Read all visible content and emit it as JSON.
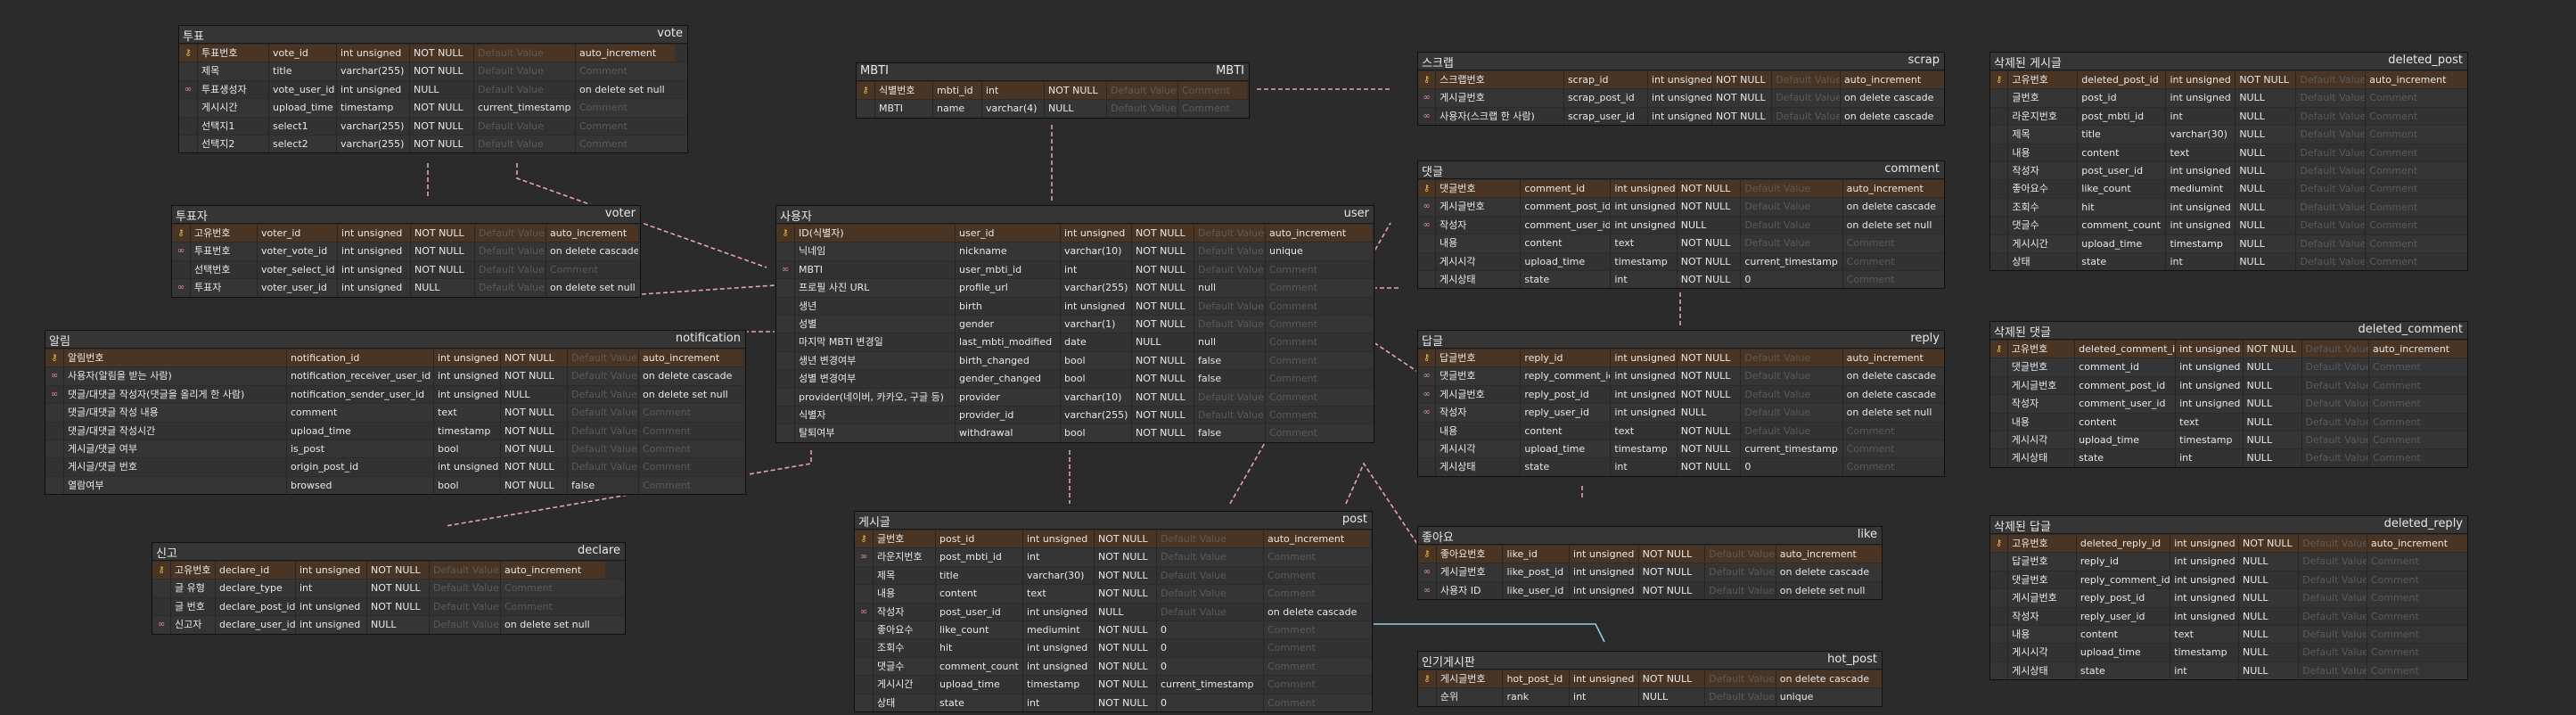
{
  "colors": {
    "background": "#2b2b2b",
    "pk_row": "#4a3524",
    "key_icon": "#e8b84a",
    "relation_line": "#e8a0b4",
    "relation_line_alt": "#8fd0d8"
  },
  "placeholders": {
    "default_value": "Default Value",
    "comment": "Comment"
  },
  "tables": [
    {
      "id": "vote",
      "name": "투표",
      "ename": "vote",
      "cols": [
        [
          "pk",
          "투표번호",
          "vote_id",
          "int unsigned",
          "NOT NULL",
          "",
          "auto_increment"
        ],
        [
          "",
          "제목",
          "title",
          "varchar(255)",
          "NOT NULL",
          "",
          ""
        ],
        [
          "fk",
          "투표생성자",
          "vote_user_id",
          "int unsigned",
          "NULL",
          "",
          "on delete set null"
        ],
        [
          "",
          "게시시간",
          "upload_time",
          "timestamp",
          "NOT NULL",
          "current_timestamp",
          ""
        ],
        [
          "",
          "선택지1",
          "select1",
          "varchar(255)",
          "NOT NULL",
          "",
          ""
        ],
        [
          "",
          "선택지2",
          "select2",
          "varchar(255)",
          "NOT NULL",
          "",
          ""
        ]
      ]
    },
    {
      "id": "voter",
      "name": "투표자",
      "ename": "voter",
      "cols": [
        [
          "pk",
          "고유번호",
          "voter_id",
          "int unsigned",
          "NOT NULL",
          "",
          "auto_increment"
        ],
        [
          "fk",
          "투표번호",
          "voter_vote_id",
          "int unsigned",
          "NOT NULL",
          "",
          "on delete cascade"
        ],
        [
          "",
          "선택번호",
          "voter_select_id",
          "int unsigned",
          "NOT NULL",
          "",
          ""
        ],
        [
          "fk",
          "투표자",
          "voter_user_id",
          "int unsigned",
          "NULL",
          "",
          "on delete set null"
        ]
      ]
    },
    {
      "id": "notification",
      "name": "알림",
      "ename": "notification",
      "cols": [
        [
          "pk",
          "알림번호",
          "notification_id",
          "int unsigned",
          "NOT NULL",
          "",
          "auto_increment"
        ],
        [
          "fk",
          "사용자(알림을 받는 사람)",
          "notification_receiver_user_id",
          "int unsigned",
          "NOT NULL",
          "",
          "on delete cascade"
        ],
        [
          "fk",
          "댓글/대댓글 작성자(댓글을 올리게 한 사람)",
          "notification_sender_user_id",
          "int unsigned",
          "NULL",
          "",
          "on delete set null"
        ],
        [
          "",
          "댓글/대댓글 작성 내용",
          "comment",
          "text",
          "NOT NULL",
          "",
          ""
        ],
        [
          "",
          "댓글/대댓글 작성시간",
          "upload_time",
          "timestamp",
          "NOT NULL",
          "",
          ""
        ],
        [
          "",
          "게시글/댓글 여부",
          "is_post",
          "bool",
          "NOT NULL",
          "",
          ""
        ],
        [
          "",
          "게시글/댓글 번호",
          "origin_post_id",
          "int unsigned",
          "NOT NULL",
          "",
          ""
        ],
        [
          "",
          "열람여부",
          "browsed",
          "bool",
          "NOT NULL",
          "false",
          ""
        ]
      ]
    },
    {
      "id": "declare",
      "name": "신고",
      "ename": "declare",
      "cols": [
        [
          "pk",
          "고유번호",
          "declare_id",
          "int unsigned",
          "NOT NULL",
          "",
          "auto_increment"
        ],
        [
          "",
          "글 유형",
          "declare_type",
          "int",
          "NOT NULL",
          "",
          ""
        ],
        [
          "",
          "글 번호",
          "declare_post_id",
          "int unsigned",
          "NOT NULL",
          "",
          ""
        ],
        [
          "fk",
          "신고자",
          "declare_user_id",
          "int unsigned",
          "NULL",
          "",
          "on delete set null"
        ]
      ]
    },
    {
      "id": "mbti",
      "name": "MBTI",
      "ename": "MBTI",
      "cols": [
        [
          "pk",
          "식별번호",
          "mbti_id",
          "int",
          "NOT NULL",
          "",
          ""
        ],
        [
          "",
          "MBTI",
          "name",
          "varchar(4)",
          "NULL",
          "",
          ""
        ]
      ]
    },
    {
      "id": "user",
      "name": "사용자",
      "ename": "user",
      "cols": [
        [
          "pk",
          "ID(식별자)",
          "user_id",
          "int unsigned",
          "NOT NULL",
          "",
          "auto_increment"
        ],
        [
          "",
          "닉네임",
          "nickname",
          "varchar(10)",
          "NOT NULL",
          "",
          "unique"
        ],
        [
          "fk",
          "MBTI",
          "user_mbti_id",
          "int",
          "NOT NULL",
          "",
          ""
        ],
        [
          "",
          "프로필 사진 URL",
          "profile_url",
          "varchar(255)",
          "NOT NULL",
          "null",
          ""
        ],
        [
          "",
          "생년",
          "birth",
          "int unsigned",
          "NOT NULL",
          "",
          ""
        ],
        [
          "",
          "성별",
          "gender",
          "varchar(1)",
          "NOT NULL",
          "",
          ""
        ],
        [
          "",
          "마지막 MBTI 변경일",
          "last_mbti_modified",
          "date",
          "NULL",
          "null",
          ""
        ],
        [
          "",
          "생년 변경여부",
          "birth_changed",
          "bool",
          "NOT NULL",
          "false",
          ""
        ],
        [
          "",
          "성별 변경여부",
          "gender_changed",
          "bool",
          "NOT NULL",
          "false",
          ""
        ],
        [
          "",
          "provider(네이버, 카카오, 구글 등)",
          "provider",
          "varchar(10)",
          "NOT NULL",
          "",
          ""
        ],
        [
          "",
          "식별자",
          "provider_id",
          "varchar(255)",
          "NOT NULL",
          "",
          ""
        ],
        [
          "",
          "탈퇴여부",
          "withdrawal",
          "bool",
          "NOT NULL",
          "false",
          ""
        ]
      ]
    },
    {
      "id": "post",
      "name": "게시글",
      "ename": "post",
      "cols": [
        [
          "pk",
          "글번호",
          "post_id",
          "int unsigned",
          "NOT NULL",
          "",
          "auto_increment"
        ],
        [
          "fk",
          "라운지번호",
          "post_mbti_id",
          "int",
          "NOT NULL",
          "",
          ""
        ],
        [
          "",
          "제목",
          "title",
          "varchar(30)",
          "NOT NULL",
          "",
          ""
        ],
        [
          "",
          "내용",
          "content",
          "text",
          "NOT NULL",
          "",
          ""
        ],
        [
          "fk",
          "작성자",
          "post_user_id",
          "int unsigned",
          "NULL",
          "",
          "on delete cascade"
        ],
        [
          "",
          "좋아요수",
          "like_count",
          "mediumint",
          "NOT NULL",
          "0",
          ""
        ],
        [
          "",
          "조회수",
          "hit",
          "int unsigned",
          "NOT NULL",
          "0",
          ""
        ],
        [
          "",
          "댓글수",
          "comment_count",
          "int unsigned",
          "NOT NULL",
          "0",
          ""
        ],
        [
          "",
          "게시시간",
          "upload_time",
          "timestamp",
          "NOT NULL",
          "current_timestamp",
          ""
        ],
        [
          "",
          "상태",
          "state",
          "int",
          "NOT NULL",
          "0",
          ""
        ]
      ]
    },
    {
      "id": "scrap",
      "name": "스크랩",
      "ename": "scrap",
      "cols": [
        [
          "pk",
          "스크랩번호",
          "scrap_id",
          "int unsigned",
          "NOT NULL",
          "",
          "auto_increment"
        ],
        [
          "fk",
          "게시글번호",
          "scrap_post_id",
          "int unsigned",
          "NOT NULL",
          "",
          "on delete cascade"
        ],
        [
          "fk",
          "사용자(스크랩 한 사람)",
          "scrap_user_id",
          "int unsigned",
          "NOT NULL",
          "",
          "on delete cascade"
        ]
      ]
    },
    {
      "id": "comment",
      "name": "댓글",
      "ename": "comment",
      "cols": [
        [
          "pk",
          "댓글번호",
          "comment_id",
          "int unsigned",
          "NOT NULL",
          "",
          "auto_increment"
        ],
        [
          "fk",
          "게시글번호",
          "comment_post_id",
          "int unsigned",
          "NOT NULL",
          "",
          "on delete cascade"
        ],
        [
          "fk",
          "작성자",
          "comment_user_id",
          "int unsigned",
          "NULL",
          "",
          "on delete set null"
        ],
        [
          "",
          "내용",
          "content",
          "text",
          "NOT NULL",
          "",
          ""
        ],
        [
          "",
          "게시시각",
          "upload_time",
          "timestamp",
          "NOT NULL",
          "current_timestamp",
          ""
        ],
        [
          "",
          "게시상태",
          "state",
          "int",
          "NOT NULL",
          "0",
          ""
        ]
      ]
    },
    {
      "id": "reply",
      "name": "답글",
      "ename": "reply",
      "cols": [
        [
          "pk",
          "답글번호",
          "reply_id",
          "int unsigned",
          "NOT NULL",
          "",
          "auto_increment"
        ],
        [
          "fk",
          "댓글번호",
          "reply_comment_id",
          "int unsigned",
          "NOT NULL",
          "",
          "on delete cascade"
        ],
        [
          "fk",
          "게시글번호",
          "reply_post_id",
          "int unsigned",
          "NOT NULL",
          "",
          "on delete cascade"
        ],
        [
          "fk",
          "작성자",
          "reply_user_id",
          "int unsigned",
          "NULL",
          "",
          "on delete set null"
        ],
        [
          "",
          "내용",
          "content",
          "text",
          "NOT NULL",
          "",
          ""
        ],
        [
          "",
          "게시시각",
          "upload_time",
          "timestamp",
          "NOT NULL",
          "current_timestamp",
          ""
        ],
        [
          "",
          "게시상태",
          "state",
          "int",
          "NOT NULL",
          "0",
          ""
        ]
      ]
    },
    {
      "id": "like",
      "name": "좋아요",
      "ename": "like",
      "cols": [
        [
          "pk",
          "좋아요번호",
          "like_id",
          "int unsigned",
          "NOT NULL",
          "",
          "auto_increment"
        ],
        [
          "fk",
          "게시글번호",
          "like_post_id",
          "int unsigned",
          "NOT NULL",
          "",
          "on delete cascade"
        ],
        [
          "fk",
          "사용자 ID",
          "like_user_id",
          "int unsigned",
          "NOT NULL",
          "",
          "on delete set null"
        ]
      ]
    },
    {
      "id": "hot_post",
      "name": "인기게시판",
      "ename": "hot_post",
      "cols": [
        [
          "pk",
          "게시글번호",
          "hot_post_id",
          "int unsigned",
          "NOT NULL",
          "",
          "on delete cascade"
        ],
        [
          "",
          "순위",
          "rank",
          "int",
          "NULL",
          "",
          "unique"
        ]
      ]
    },
    {
      "id": "deleted_post",
      "name": "삭제된 게시글",
      "ename": "deleted_post",
      "cols": [
        [
          "pk",
          "고유번호",
          "deleted_post_id",
          "int unsigned",
          "NOT NULL",
          "",
          "auto_increment"
        ],
        [
          "",
          "글번호",
          "post_id",
          "int unsigned",
          "NULL",
          "",
          ""
        ],
        [
          "",
          "라운지번호",
          "post_mbti_id",
          "int",
          "NULL",
          "",
          ""
        ],
        [
          "",
          "제목",
          "title",
          "varchar(30)",
          "NULL",
          "",
          ""
        ],
        [
          "",
          "내용",
          "content",
          "text",
          "NULL",
          "",
          ""
        ],
        [
          "",
          "작성자",
          "post_user_id",
          "int unsigned",
          "NULL",
          "",
          ""
        ],
        [
          "",
          "좋아요수",
          "like_count",
          "mediumint",
          "NULL",
          "",
          ""
        ],
        [
          "",
          "조회수",
          "hit",
          "int unsigned",
          "NULL",
          "",
          ""
        ],
        [
          "",
          "댓글수",
          "comment_count",
          "int unsigned",
          "NULL",
          "",
          ""
        ],
        [
          "",
          "게시시간",
          "upload_time",
          "timestamp",
          "NULL",
          "",
          ""
        ],
        [
          "",
          "상태",
          "state",
          "int",
          "NULL",
          "",
          ""
        ]
      ]
    },
    {
      "id": "deleted_comment",
      "name": "삭제된 댓글",
      "ename": "deleted_comment",
      "cols": [
        [
          "pk",
          "고유번호",
          "deleted_comment_id",
          "int unsigned",
          "NOT NULL",
          "",
          "auto_increment"
        ],
        [
          "",
          "댓글번호",
          "comment_id",
          "int unsigned",
          "NULL",
          "",
          ""
        ],
        [
          "",
          "게시글번호",
          "comment_post_id",
          "int unsigned",
          "NULL",
          "",
          ""
        ],
        [
          "",
          "작성자",
          "comment_user_id",
          "int unsigned",
          "NULL",
          "",
          ""
        ],
        [
          "",
          "내용",
          "content",
          "text",
          "NULL",
          "",
          ""
        ],
        [
          "",
          "게시시각",
          "upload_time",
          "timestamp",
          "NULL",
          "",
          ""
        ],
        [
          "",
          "게시상태",
          "state",
          "int",
          "NULL",
          "",
          ""
        ]
      ]
    },
    {
      "id": "deleted_reply",
      "name": "삭제된 답글",
      "ename": "deleted_reply",
      "cols": [
        [
          "pk",
          "고유번호",
          "deleted_reply_id",
          "int unsigned",
          "NOT NULL",
          "",
          "auto_increment"
        ],
        [
          "",
          "답글번호",
          "reply_id",
          "int unsigned",
          "NULL",
          "",
          ""
        ],
        [
          "",
          "댓글번호",
          "reply_comment_id",
          "int unsigned",
          "NULL",
          "",
          ""
        ],
        [
          "",
          "게시글번호",
          "reply_post_id",
          "int unsigned",
          "NULL",
          "",
          ""
        ],
        [
          "",
          "작성자",
          "reply_user_id",
          "int unsigned",
          "NULL",
          "",
          ""
        ],
        [
          "",
          "내용",
          "content",
          "text",
          "NULL",
          "",
          ""
        ],
        [
          "",
          "게시시각",
          "upload_time",
          "timestamp",
          "NULL",
          "",
          ""
        ],
        [
          "",
          "게시상태",
          "state",
          "int",
          "NULL",
          "",
          ""
        ]
      ]
    }
  ]
}
